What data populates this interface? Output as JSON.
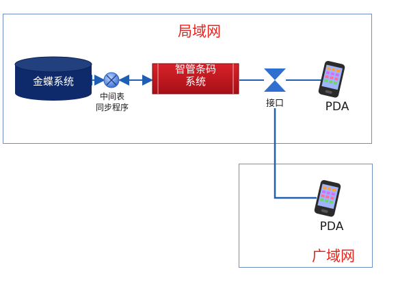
{
  "lan": {
    "label": "局域网"
  },
  "wan": {
    "label": "广域网"
  },
  "kingdee": {
    "label": "金蝶系统"
  },
  "sync": {
    "label": "中间表\n同步程序"
  },
  "barcode": {
    "label": "智管条码\n系统"
  },
  "interface": {
    "label": "接口"
  },
  "pda_lan": {
    "label": "PDA"
  },
  "pda_wan": {
    "label": "PDA"
  },
  "colors": {
    "zone_label": "#e8231c",
    "border": "#6d8fc4",
    "connector": "#1f5fb3",
    "database": "#0f2a6b",
    "barcode_system": "#c0121a"
  }
}
